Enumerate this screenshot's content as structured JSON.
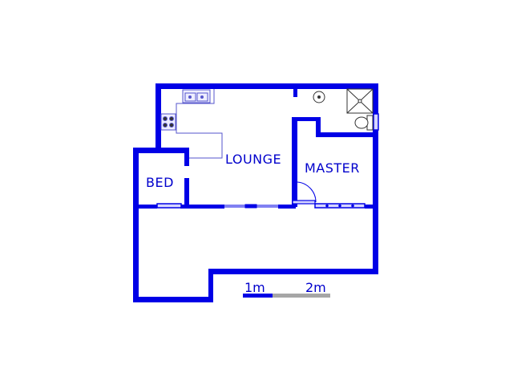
{
  "rooms": {
    "lounge": "LOUNGE",
    "master": "MASTER",
    "bed": "BED"
  },
  "scale_bar": {
    "label_1": "1m",
    "label_2": "2m"
  },
  "colors": {
    "wall": "#0000e6",
    "fixture": "#5555cc",
    "label": "#0000cc",
    "scale_dark": "#0000e6",
    "scale_light": "#a6a6a6"
  }
}
